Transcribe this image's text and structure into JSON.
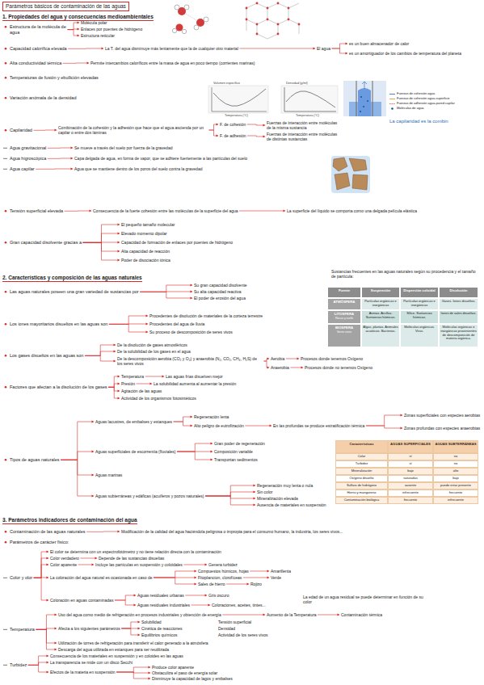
{
  "diagram": {
    "title": "Parámetros básicos de contaminación de las aguas",
    "labels": [
      "1. Propiedades del agua y consecuencias medioambientales",
      "Estructura de la molécula de agua",
      "Molécula polar",
      "Enlaces por puentes de hidrógeno",
      "Estructura reticular",
      "Capacidad calorífica elevada",
      "La T. del agua disminuye más lentamente que la de cualquier otro material",
      "El agua",
      "es un buen almacenador de calor",
      "es un amortiguador de los cambios de temperatura del planeta",
      "Alta conductividad térmica",
      "Permite intercambios caloríficos entre la masa de agua en poco tiempo (corrientes marinas)",
      "Temperaturas de fusión y ebullición elevadas",
      "Variación anómala de la densidad",
      "Volumen específico",
      "Temperatura (ºC)",
      "Densidad (g/ml)",
      "Temperatura (ºC)",
      "Capilaridad",
      "Combinación de la cohesión y la adhesión que hace que el agua ascienda por un capilar o entre dos láminas",
      "F. de cohesión",
      "F. de adhesión",
      "Fuerzas de interacción entre moléculas de la misma sustancia",
      "Fuerzas de interacción entre moléculas de distintas sustancias",
      "La capilaridad es la combin",
      "Agua gravitacional",
      "Se mueve a través del suelo por fuerza de la gravedad",
      "Agua higroscópica",
      "Capa delgada de agua, en forma de vapor, que se adhiere fuertemente a las partículas del suelo",
      "Agua capilar",
      "Agua que se mantiene dentro de los poros del suelo contra la gravedad",
      "Tensión superficial elevada",
      "Consecuencia de la fuerte cohesión entre las moléculas de la superficie del agua",
      "La superficie del líquido se comporta como una delgada película elástica",
      "Gran capacidad disolvente gracias a",
      "El pequeño tamaño molecular",
      "Elevado momento dipolar",
      "Capacidad de formación de enlaces por puentes de hidrógeno",
      "Alta capacidad de reacción",
      "Poder de disociación iónica",
      "2. Características y composición de las aguas naturales",
      "Las aguas naturales poseen una gran variedad de sustancias por",
      "Su gran capacidad disolvente",
      "Su alta capacidad reactiva",
      "El poder de erosión del agua",
      "Sustancias frecuentes en las aguas naturales según su procedencia y el tamaño de partícula:",
      "Fuente",
      "Suspensión",
      "Dispersión coloidal",
      "Disolución",
      "ATMÓSFERA",
      "Partículas orgánicas e inorgánicas",
      "Partículas orgánicas e inorgánicas",
      "Gases. Iones disueltos.",
      "LITOSFERA",
      "Rocas y suelo",
      "Arenas. Arcillas. Sustancias húmicas.",
      "Sílice. Sustancias húmicas.",
      "Iones de sales disueltas.",
      "BIOSFERA",
      "Seres vivos",
      "Algas, plantas. Animales acuáticos. Bacterias.",
      "Moléculas orgánicas. Virus.",
      "Moléculas orgánicas e inorgánicas provenientes de descomposición de materia orgánica.",
      "Los iones mayoritarios disueltos en las aguas son",
      "Procedentes de disolución de materiales de la corteza terrestre",
      "Procedentes del agua de lluvia",
      "Su proceso de descomposición de seres vivos",
      "Los gases disueltos en las aguas son",
      "De la disolución de gases atmosféricos",
      "De la solubilidad de los gases en el agua",
      "De la descomposición aerobia (CO₂ y O₂) y anaerobia (N₂, CO₂, CH₄, H₂S) de los seres vivos",
      "Aerobia",
      "Procesos donde tenemos Oxígeno",
      "Anaerobia",
      "Procesos donde no tenemos Oxígeno",
      "Factores que afectan a la disolución de los gases",
      "Temperatura",
      "Las aguas frías disuelven mejor",
      "Presión",
      "La solubilidad aumenta al aumentar la presión",
      "Agitación de las aguas",
      "Actividad de los organismos fotosintéticos",
      "Tipos de aguas naturales",
      "Aguas lacustres, de embalses y estanques",
      "Regeneración lenta",
      "Alto peligro de eutrofización",
      "En las profundas se produce estratificación térmica",
      "Zonas superficiales con especies aerobias",
      "Zonas profundas con especies anaerobias",
      "Aguas superficiales de escorrentía (fluviales)",
      "Gran poder de regeneración",
      "Composición variable",
      "Transportan sedimentos",
      "Aguas marinas",
      "Aguas subterráneas y edáficas (acuíferos y pozos naturales)",
      "Regeneración muy lenta o nula",
      "Sin color",
      "Mineralización elevada",
      "Ausencia de materiales en suspensión",
      "Características",
      "AGUAS SUPERFICIALES",
      "AGUAS SUBTERRÁNEAS",
      "Color",
      "sí",
      "no",
      "Turbidez",
      "sí",
      "no",
      "Mineralización",
      "bajo",
      "alto",
      "Oxígeno disuelto",
      "saturadas",
      "bajo",
      "Sulfuro de hidrógeno",
      "ausente",
      "puede estar presente",
      "Hierro y manganeso",
      "infrecuente",
      "frecuente",
      "Contaminación biológica",
      "frecuente",
      "infrecuente",
      "3. Parámetros indicadores de contaminación del agua",
      "Contaminación de las aguas naturales",
      "Modificación de la calidad del agua haciéndola peligrosa o impropia para el consumo humano, la industria, los seres vivos...",
      "Parámetros de carácter físico:",
      "Color y olor",
      "El color se determina con un espectrofotómetro y no tiene relación directa con la contaminación",
      "Color verdadero",
      "Depende de las sustancias disueltas",
      "Color aparente",
      "Incluye las partículas en suspensión y coloidales",
      "Genera turbidez",
      "La coloración del agua natural es ocasionada en caso de",
      "Compuestos húmicos, hojas",
      "Amarillenta",
      "Fitoplancton, clorofíceas",
      "Verde",
      "Sales de hierro",
      "Rojizo",
      "Coloración en aguas contaminadas",
      "Aguas residuales urbanas",
      "Gris oscuro",
      "Aguas residuales industriales",
      "Coloraciones, aceites, tintes...",
      "La edad de un agua residual se puede determinar en función de su color",
      "Temperatura",
      "Uso del agua como medio de refrigeración en procesos industriales y obtención de energía",
      "Aumento de la Temperatura",
      "Contaminación térmica",
      "Afecta a los siguientes parámetros",
      "Solubilidad",
      "Cinética de reacciones",
      "Equilibrios químicos",
      "Tensión superficial",
      "Densidad",
      "Actividad de los seres vivos",
      "Utilización de torres de refrigeración para transferir el calor generado a la atmósfera",
      "Descarga del agua utilizada en estanques para ser reutilizada",
      "Turbidez",
      "Consecuencia de los materiales en suspensión y en coloides en las aguas",
      "La transparencia se mide con un disco Secchi",
      "Efectos de la materia en suspensión",
      "Produce color aparente",
      "Obstaculiza el paso de energía solar",
      "Disminuye la capacidad de lagos y embalses"
    ],
    "legend": [
      {
        "text": "Fuerzas de cohesión agua"
      },
      {
        "text": "Fuerzas de cohesión agua-superficie"
      },
      {
        "text": "Fuerzas de adhesión agua-pared capilar"
      },
      {
        "text": "Moléculas de agua"
      }
    ]
  }
}
